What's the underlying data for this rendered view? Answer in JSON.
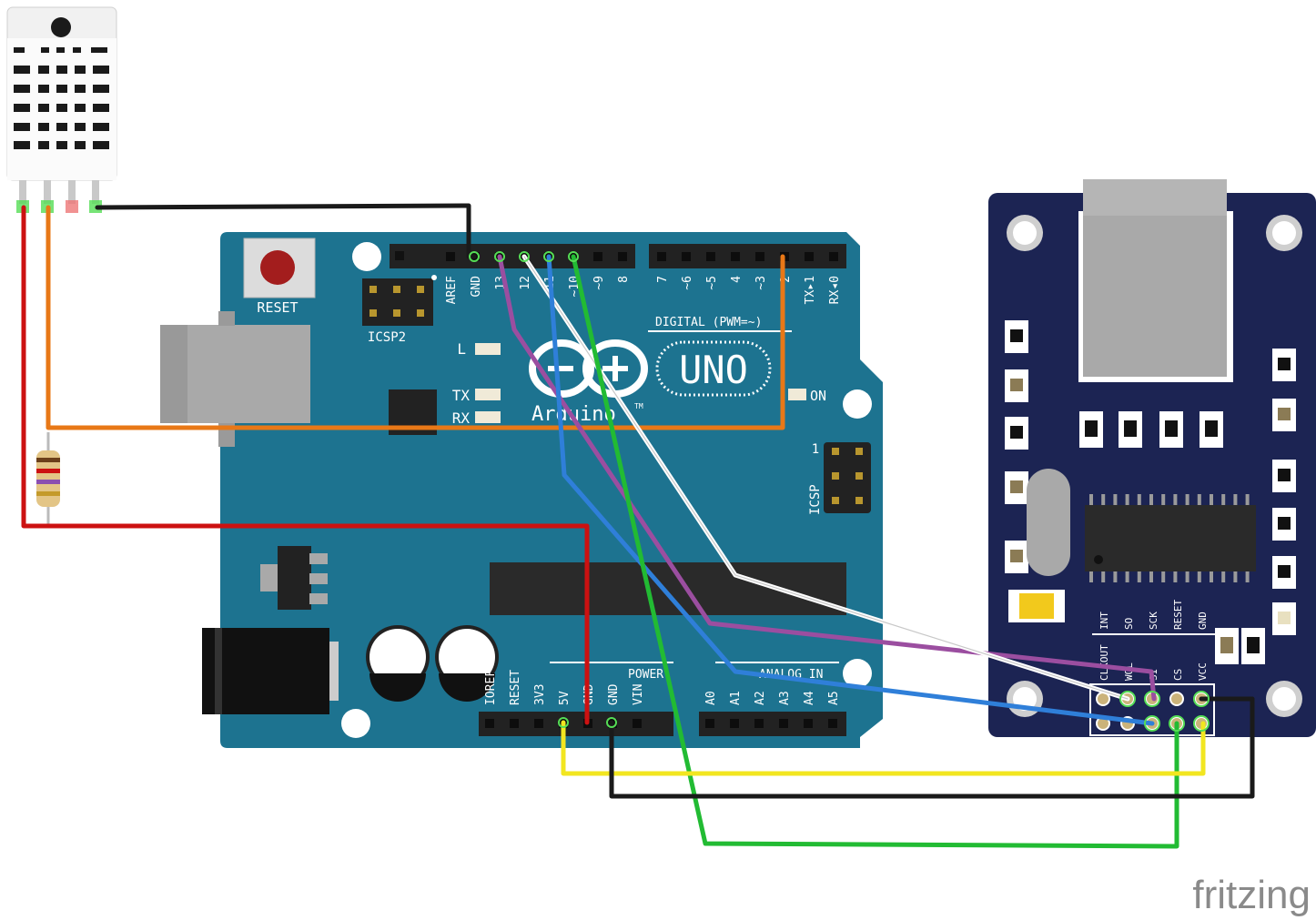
{
  "arduino": {
    "reset_label": "RESET",
    "icsp2_label": "ICSP2",
    "icsp_label": "ICSP",
    "icsp_pin1": "1",
    "led_l": "L",
    "led_tx": "TX",
    "led_rx": "RX",
    "led_on": "ON",
    "brand_uno": "UNO",
    "brand_arduino": "Arduino",
    "tm": "TM",
    "digital_label": "DIGITAL (PWM=~)",
    "power_label": "POWER",
    "analog_label": "ANALOG IN",
    "top_pins_left": [
      "AREF",
      "GND",
      "13",
      "12",
      "~11",
      "~10",
      "~9",
      "8"
    ],
    "top_pins_right": [
      "7",
      "~6",
      "~5",
      "4",
      "~3",
      "2",
      "TX▸1",
      "RX◂0"
    ],
    "power_pins": [
      "IOREF",
      "RESET",
      "3V3",
      "5V",
      "GND",
      "GND",
      "VIN"
    ],
    "analog_pins": [
      "A0",
      "A1",
      "A2",
      "A3",
      "A4",
      "A5"
    ]
  },
  "ethernet": {
    "pins_top": [
      "INT",
      "SO",
      "SCK",
      "RESET",
      "GND"
    ],
    "pins_bottom": [
      "CLKOUT",
      "WOL",
      "SI",
      "CS",
      "VCC"
    ]
  },
  "fritzing_logo": "fritzing",
  "wire_colors": {
    "black": "#1a1a1a",
    "orange": "#e87817",
    "red": "#cc1111",
    "green": "#22bb33",
    "white": "#ffffff",
    "purple": "#9b4ea0",
    "blue": "#2f7fd9",
    "yellow": "#f2e620"
  }
}
